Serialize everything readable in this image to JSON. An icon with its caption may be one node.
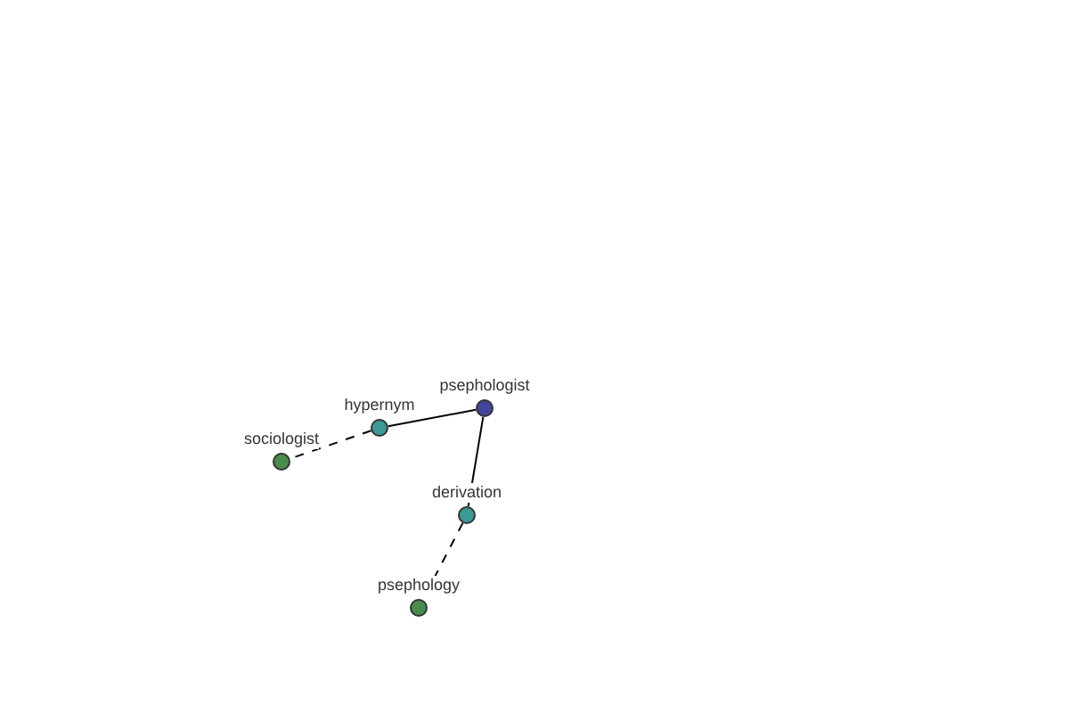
{
  "diagram": {
    "nodes": [
      {
        "text": [
          "psephologist"
        ]
      },
      {
        "text": [
          "hypernym"
        ]
      },
      {
        "text": [
          "sociologist"
        ]
      },
      {
        "text": [
          "derivation"
        ]
      },
      {
        "text": [
          "psephology"
        ]
      }
    ],
    "edges": [
      {
        "from": 0,
        "to": 1,
        "arrow": "none"
      },
      {
        "from": 1,
        "to": 2,
        "arrow": "none",
        "style": "dashed"
      },
      {
        "from": 0,
        "to": 3,
        "arrow": "none"
      },
      {
        "from": 3,
        "to": 4,
        "arrow": "none",
        "style": "dashed"
      }
    ]
  }
}
